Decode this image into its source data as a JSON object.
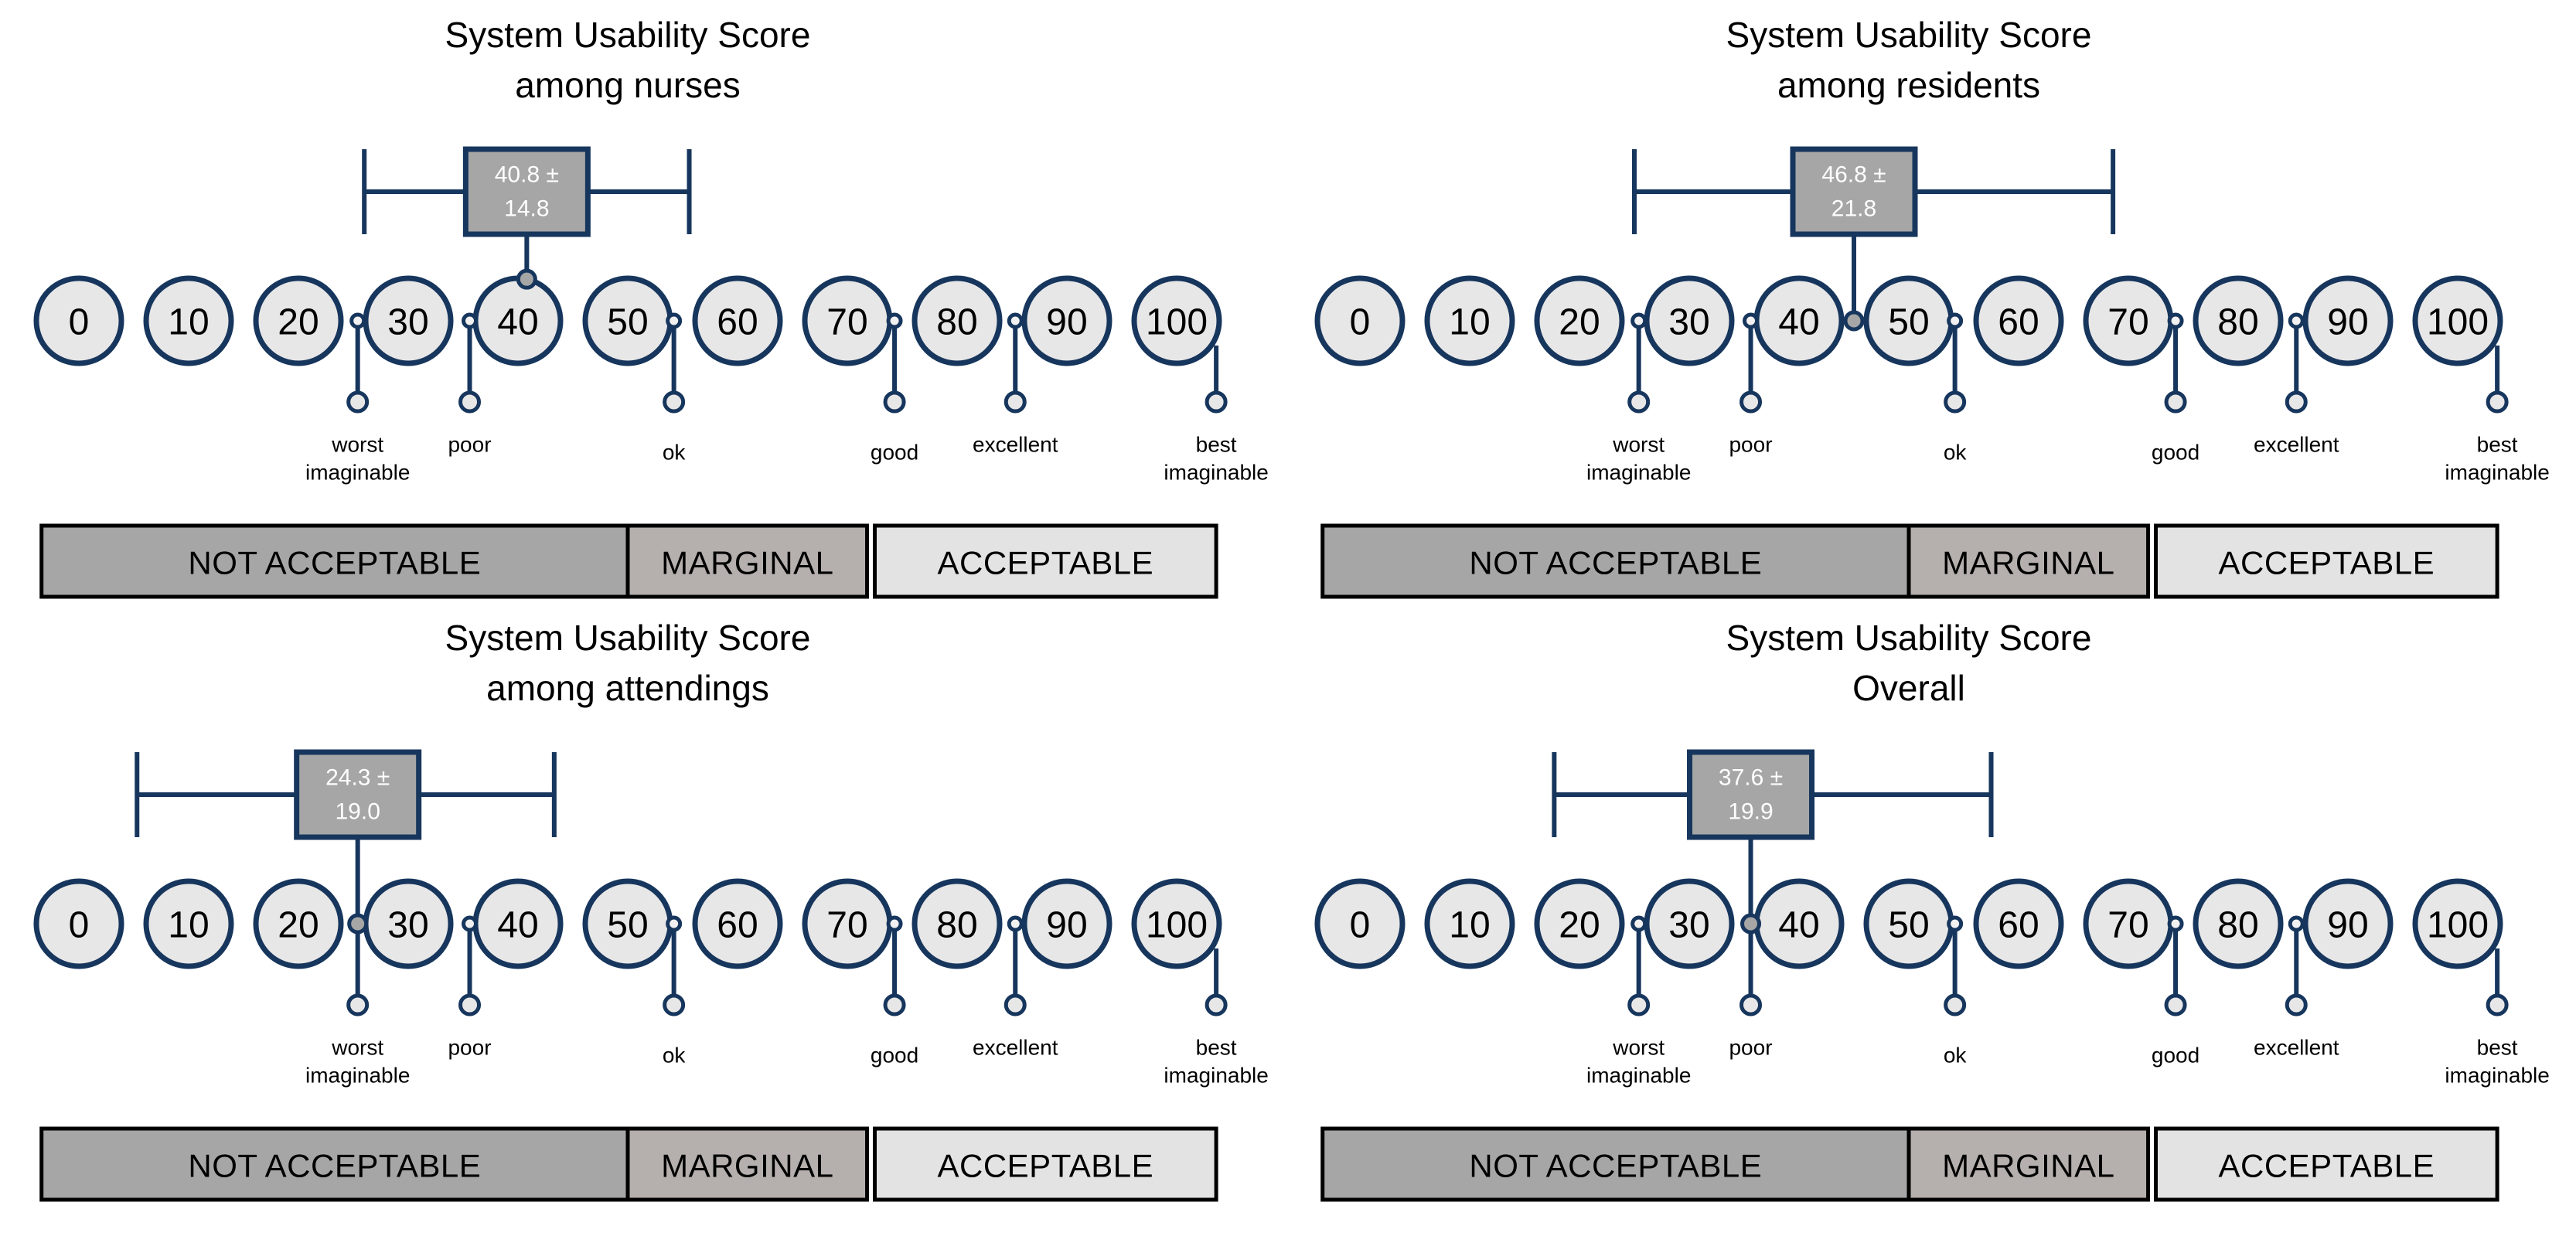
{
  "figure": {
    "background": "#ffffff",
    "colors": {
      "navy": "#17365d",
      "box_fill": "#a6a6a6",
      "box_text": "#ffffff",
      "circle_fill": "#e8e7e7",
      "top_marker_fill": "#f2f1f1",
      "bottom_marker_fill": "#e8e7e7",
      "mean_dot_fill": "#a6a6a6",
      "bar_border": "#000000",
      "text": "#000000",
      "not_acceptable_fill": "#a6a6a6",
      "marginal_fill": "#b5b0ad",
      "acceptable_fill": "#e4e3e3"
    },
    "scale_ticks": [
      0,
      10,
      20,
      30,
      40,
      50,
      60,
      70,
      80,
      90,
      100
    ],
    "adjectives": [
      {
        "lines": [
          "worst",
          "imaginable"
        ],
        "score": 25.4,
        "dy": 0,
        "top_marker": true
      },
      {
        "lines": [
          "poor"
        ],
        "score": 35.6,
        "dy": 0,
        "top_marker": true
      },
      {
        "lines": [
          "ok"
        ],
        "score": 54.2,
        "dy": 10,
        "top_marker": true
      },
      {
        "lines": [
          "good"
        ],
        "score": 74.3,
        "dy": 10,
        "top_marker": true
      },
      {
        "lines": [
          "excellent"
        ],
        "score": 85.3,
        "dy": 0,
        "top_marker": true
      },
      {
        "lines": [
          "best",
          "imaginable"
        ],
        "score": 103.6,
        "dy": 0,
        "top_marker": false
      }
    ],
    "acceptability": [
      {
        "label": "NOT ACCEPTABLE",
        "from": -3.4,
        "to": 50.0,
        "color_key": "not_acceptable_fill"
      },
      {
        "label": "MARGINAL",
        "from": 50.0,
        "to": 71.8,
        "color_key": "marginal_fill"
      },
      {
        "label": "ACCEPTABLE",
        "from": 72.5,
        "to": 103.6,
        "color_key": "acceptable_fill"
      }
    ],
    "panels": [
      {
        "key": "nurses",
        "col": 0,
        "row": 0,
        "title": [
          "System Usability Score",
          "among nurses"
        ],
        "mean": 40.8,
        "sd": 14.8,
        "value_text": [
          "40.8 ±",
          "14.8"
        ],
        "dot_score": 40.8,
        "dot_on": "circle"
      },
      {
        "key": "residents",
        "col": 1,
        "row": 0,
        "title": [
          "System Usability Score",
          "among residents"
        ],
        "mean": 46.8,
        "sd": 21.8,
        "value_text": [
          "46.8 ±",
          "21.8"
        ],
        "dot_score": 45.0,
        "dot_on": "gap"
      },
      {
        "key": "attendings",
        "col": 0,
        "row": 1,
        "title": [
          "System Usability Score",
          "among attendings"
        ],
        "mean": 24.3,
        "sd": 19.0,
        "value_text": [
          "24.3 ±",
          "19.0"
        ],
        "dot_score": 25.4,
        "dot_on": "gap"
      },
      {
        "key": "overall",
        "col": 1,
        "row": 1,
        "title": [
          "System Usability Score",
          "Overall"
        ],
        "mean": 37.6,
        "sd": 19.9,
        "value_text": [
          "37.6 ±",
          "19.9"
        ],
        "dot_score": 35.6,
        "dot_on": "gap"
      }
    ]
  },
  "chart_data": {
    "type": "bar",
    "title": "System Usability Score (mean ± SD) shown on SUS adjective / acceptability scale",
    "categories": [
      "among nurses",
      "among residents",
      "among attendings",
      "Overall"
    ],
    "series": [
      {
        "name": "mean",
        "values": [
          40.8,
          46.8,
          24.3,
          37.6
        ]
      },
      {
        "name": "sd",
        "values": [
          14.8,
          21.8,
          19.0,
          19.9
        ]
      }
    ],
    "xlabel": "System Usability Score",
    "ylabel": "",
    "xlim": [
      0,
      100
    ],
    "axis_ticks": [
      0,
      10,
      20,
      30,
      40,
      50,
      60,
      70,
      80,
      90,
      100
    ],
    "adjective_anchors": [
      {
        "label": "worst imaginable",
        "score": 25
      },
      {
        "label": "poor",
        "score": 35
      },
      {
        "label": "ok",
        "score": 54
      },
      {
        "label": "good",
        "score": 74
      },
      {
        "label": "excellent",
        "score": 85
      },
      {
        "label": "best imaginable",
        "score": 103
      }
    ],
    "acceptability_ranges": [
      {
        "label": "NOT ACCEPTABLE",
        "from": 0,
        "to": 50
      },
      {
        "label": "MARGINAL",
        "from": 50,
        "to": 72
      },
      {
        "label": "ACCEPTABLE",
        "from": 72,
        "to": 100
      }
    ],
    "legend_position": "none",
    "grid": false
  }
}
